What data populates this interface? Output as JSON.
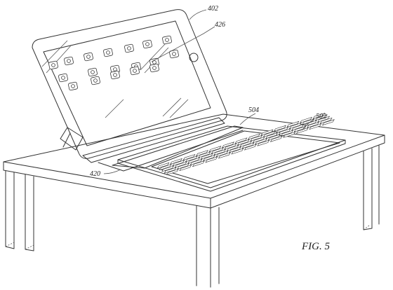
{
  "figure": {
    "caption": "FIG. 5",
    "reference_labels": {
      "tablet": "402",
      "app_icon": "426",
      "keyboard_cover": "502",
      "touchpad": "504",
      "hinge": "420"
    }
  }
}
